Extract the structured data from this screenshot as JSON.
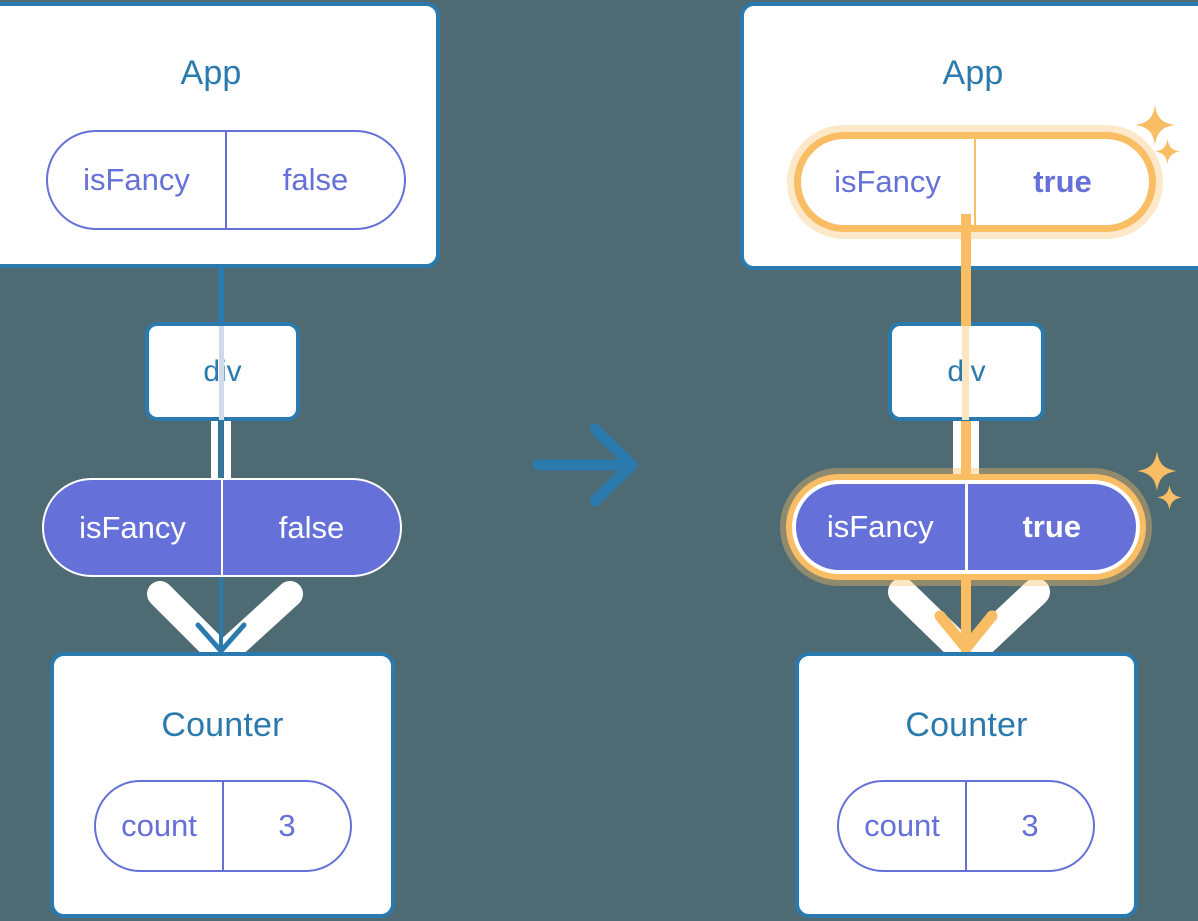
{
  "background_color": "#4e6a73",
  "palette": {
    "blue": "#2b7aad",
    "purple": "#6570d8",
    "orange": "#f9bd63",
    "orange_glow": "#fce6c2",
    "white": "#ffffff"
  },
  "diagram": {
    "type": "react-state-propagation",
    "transition_icon": "arrow-right-icon",
    "panels": [
      {
        "id": "before",
        "app": {
          "title": "App",
          "state_pill": {
            "key": "isFancy",
            "value": "false",
            "style": "outline",
            "highlighted": false
          }
        },
        "dom_node": {
          "label": "div"
        },
        "prop_pill": {
          "key": "isFancy",
          "value": "false",
          "style": "solid",
          "highlighted": false
        },
        "counter": {
          "title": "Counter",
          "state_pill": {
            "key": "count",
            "value": "3",
            "style": "outline",
            "highlighted": false
          }
        },
        "sparkles": []
      },
      {
        "id": "after",
        "app": {
          "title": "App",
          "state_pill": {
            "key": "isFancy",
            "value": "true",
            "style": "outline",
            "highlighted": true
          }
        },
        "dom_node": {
          "label": "div"
        },
        "prop_pill": {
          "key": "isFancy",
          "value": "true",
          "style": "solid",
          "highlighted": true
        },
        "counter": {
          "title": "Counter",
          "state_pill": {
            "key": "count",
            "value": "3",
            "style": "outline",
            "highlighted": false
          }
        },
        "sparkles": [
          "sparkle-large",
          "sparkle-small"
        ]
      }
    ]
  }
}
